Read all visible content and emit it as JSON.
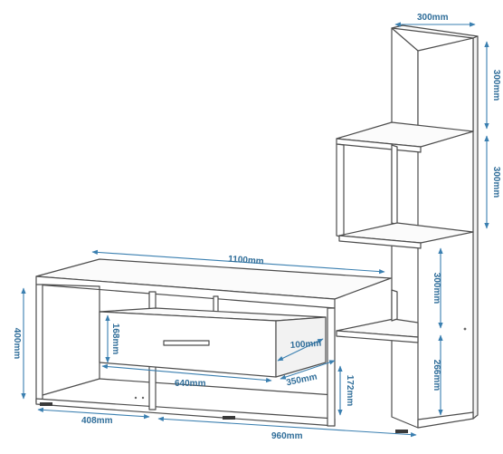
{
  "colors": {
    "outline": "#4d4d4d",
    "dimension": "#3a7fb0",
    "dimension_text": "#2f6d99"
  },
  "dimensions": {
    "tower_width": "300mm",
    "top_section_height": "300mm",
    "middle_section_height": "300mm",
    "lower_section_height": "300mm",
    "bottom_section_height": "266mm",
    "desk_length": "1100mm",
    "cabinet_height": "400mm",
    "drawer_height": "168mm",
    "drawer_depth": "100mm",
    "drawer_width": "640mm",
    "shelf_depth": "350mm",
    "leg_clearance": "172mm",
    "left_section_width": "408mm",
    "total_width": "960mm"
  }
}
